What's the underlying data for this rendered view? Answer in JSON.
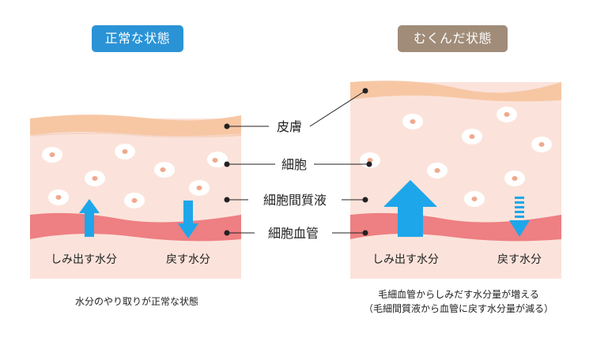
{
  "left_panel": {
    "title": "正常な状態",
    "outflow_label": "しみ出す水分",
    "return_label": "戻す水分",
    "caption": "水分のやり取りが正常な状態"
  },
  "right_panel": {
    "title": "むくんだ状態",
    "outflow_label": "しみ出す水分",
    "return_label": "戻す水分",
    "caption_line1": "毛細血管からしみだす水分量が増える",
    "caption_line2": "（毛細間質液から血管に戻す水分量が減る）"
  },
  "labels": {
    "skin": "皮膚",
    "cell": "細胞",
    "interstitial_fluid": "細胞間質液",
    "capillary": "細胞血管"
  },
  "colors": {
    "left_badge": "#2a93d6",
    "right_badge": "#a08c79",
    "skin_layer": "#f7c7a4",
    "tissue": "#fbe0d8",
    "vessel": "#ef7d80",
    "cell_nucleus": "#f0a98d",
    "arrow": "#1ea6ea"
  }
}
